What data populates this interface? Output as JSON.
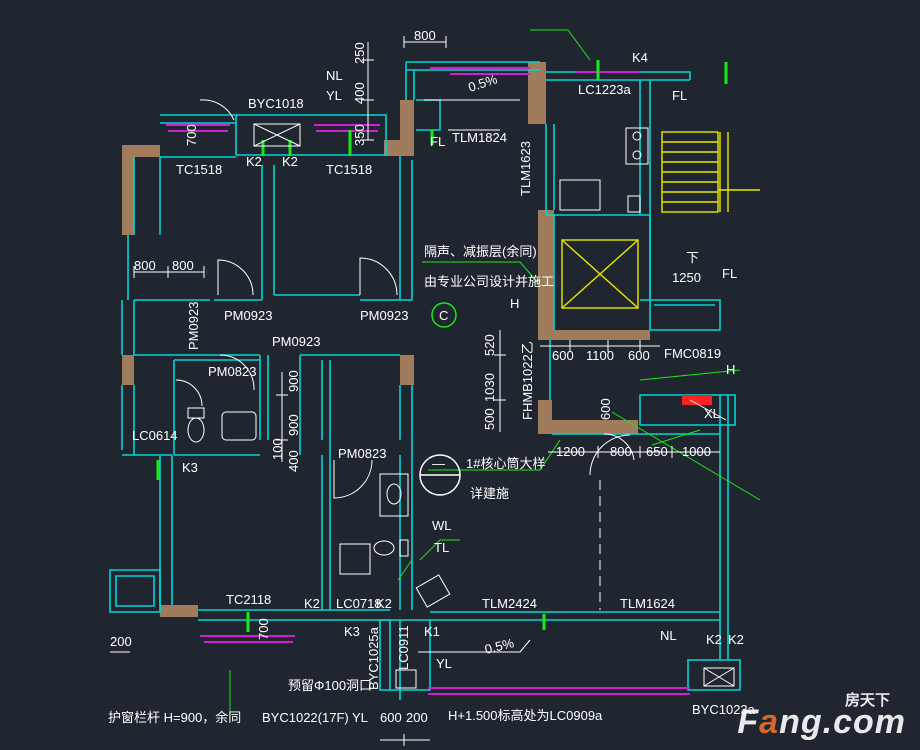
{
  "labels": {
    "dims_top": [
      "800",
      "250",
      "400",
      "700",
      "350"
    ],
    "byc1018": "BYC1018",
    "nl_top": "NL",
    "yl_top": "YL",
    "slope_top": "0.5%",
    "tlm1824": "TLM1824",
    "fl_top": "FL",
    "k4": "K4",
    "lc1223a": "LC1223a",
    "fl_right": "FL",
    "tc1518_left": "TC1518",
    "tc1518_right": "TC1518",
    "k2_a": "K2",
    "k2_b": "K2",
    "tlm1623": "TLM1623",
    "note_line1": "隔声、减振层(余同)",
    "note_line2": "由专业公司设计并施工",
    "down": "下",
    "fl_mid": "FL",
    "d1250": "1250",
    "d800a": "800",
    "d800b": "800",
    "pm0923_a": "PM0923",
    "pm0923_b": "PM0923",
    "pm0923_c": "PM0923",
    "pm0923_d": "PM0923",
    "h_a": "H",
    "h_b": "H",
    "d520": "520",
    "d1030": "1030",
    "d500": "500",
    "fhmb": "FHMB1022乙",
    "d600a": "600",
    "d1100": "1100",
    "d600b": "600",
    "fmc0819": "FMC0819",
    "pm0823_a": "PM0823",
    "pm0823_b": "PM0823",
    "d900a": "900",
    "d900b": "900",
    "d100": "100",
    "d400": "400",
    "d600c": "600",
    "xl": "XL",
    "lc0614": "LC0614",
    "k3": "K3",
    "core_ref": "1#核心筒大样",
    "core_sub": "详建施",
    "core_dash": "—",
    "d1200": "1200",
    "d800c": "800",
    "d650": "650",
    "d1000": "1000",
    "wl": "WL",
    "tl": "TL",
    "tc2118": "TC2118",
    "k2_c": "K2",
    "lc0718": "LC0718",
    "k2_d": "K2",
    "k3_b": "K3",
    "k1": "K1",
    "tlm2424": "TLM2424",
    "tlm1624": "TLM1624",
    "d700b": "700",
    "d200a": "200",
    "byc1025a": "BYC1025a",
    "lc0911": "LC0911",
    "yl_mid": "YL",
    "slope_bot": "0.5%",
    "nl_bot": "NL",
    "k2_e": "K2",
    "k2_f": "K2",
    "hole": "预留Φ100洞口",
    "railing": "护窗栏杆 H=900，余同",
    "byc1022": "BYC1022(17F)",
    "yl_bot": "YL",
    "d600d": "600",
    "d200b": "200",
    "h1500": "H+1.500标高处为LC0909a",
    "byc1023a": "BYC1023a",
    "compass": "C"
  },
  "watermark": {
    "top": "房天下",
    "main_left": "F",
    "main_a": "a",
    "main_rest": "ng.com"
  },
  "colors": {
    "bg": "#20262f",
    "wall": "#00d6d6",
    "hatch": "#b08060",
    "yellow": "#e8e800",
    "green": "#18e818",
    "magenta": "#d020d0",
    "white": "#ffffff",
    "red": "#ff2020"
  }
}
